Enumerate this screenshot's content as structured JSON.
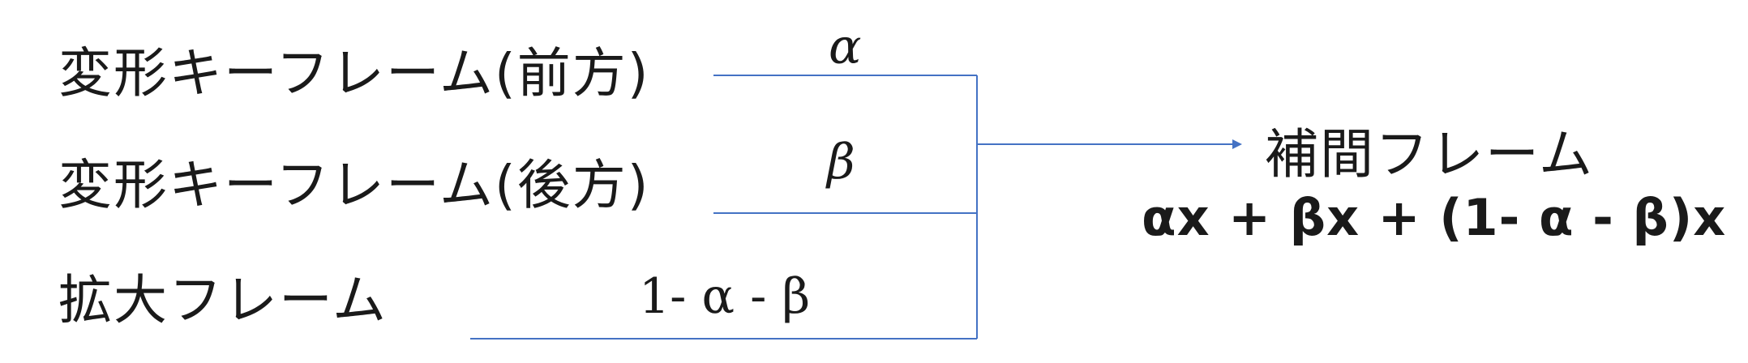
{
  "inputs": [
    {
      "label": "変形キーフレーム(前方)",
      "weight": "α"
    },
    {
      "label": "変形キーフレーム(後方)",
      "weight": "β"
    },
    {
      "label": "拡大フレーム",
      "weight": "1- α - β"
    }
  ],
  "output": {
    "label": "補間フレーム",
    "formula": "αx + βx + (1- α - β)x"
  },
  "colors": {
    "line": "#4472c4",
    "text": "#1a1a1a"
  }
}
